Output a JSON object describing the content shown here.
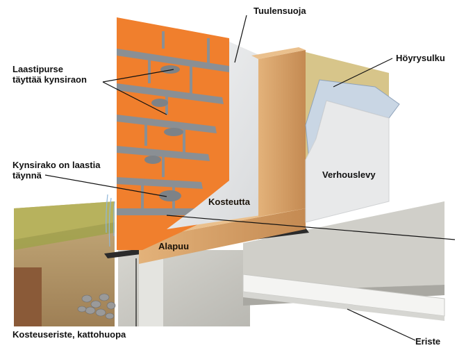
{
  "labels": {
    "tuulensuoja": "Tuulensuoja",
    "hoyrysulku": "Höyrysulku",
    "laastipurse": "Laastipurse\ntäyttää kynsiraon",
    "kynsirako": "Kynsirako on laastia\ntäynnä",
    "verhouslevy": "Verhouslevy",
    "kosteutta": "Kosteutta",
    "alapuu": "Alapuu",
    "kosteuseriste": "Kosteuseriste, kattohuopa",
    "eriste": "Eriste"
  },
  "colors": {
    "brick": "#f07f2d",
    "mortar": "#8a8f94",
    "wood": "#d9a066",
    "wind_barrier": "#e6e8ea",
    "insulation": "#d7c58a",
    "vapor_barrier": "#c9d6e4",
    "concrete": "#c9c8c2",
    "soil": "#b89b6a",
    "grass": "#b5b05a",
    "membrane": "#2b2b2b"
  }
}
